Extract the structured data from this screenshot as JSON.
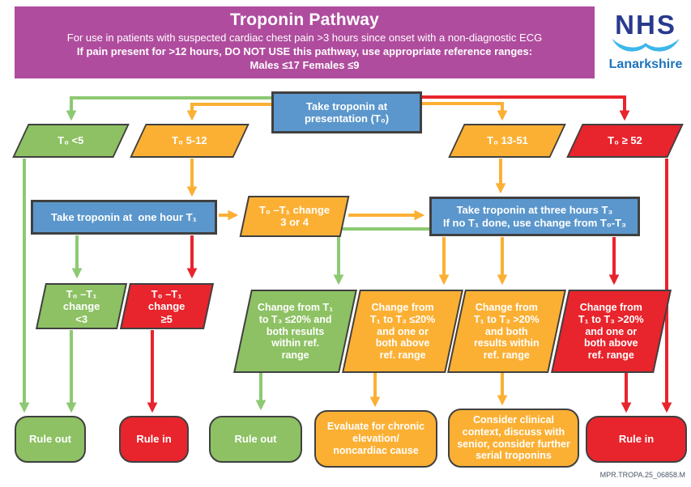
{
  "header": {
    "title": "Troponin Pathway",
    "line1": "For use in patients with suspected cardiac chest pain >3 hours since onset with a non-diagnostic ECG",
    "line2": "If pain present for >12 hours, DO NOT USE this pathway, use appropriate reference ranges:",
    "line3": "Males ≤17 Females ≤9"
  },
  "logo": {
    "org": "NHS",
    "board": "Lanarkshire"
  },
  "nodes": {
    "presentation": "Take troponin at\npresentation (T₀)",
    "t0_lt5": "T₀ <5",
    "t0_5_12": "T₀ 5-12",
    "t0_13_51": "T₀ 13-51",
    "t0_ge_52": "T₀ ≥ 52",
    "one_hour": "Take troponin at  one hour T₁",
    "change_3_or_4": "T₀ –T₁ change\n3 or 4",
    "three_hours": "Take troponin at three hours T₃\nIf no T₁ done, use change from T₀-T₃",
    "change_lt3": "T₀ –T₁\nchange\n<3",
    "change_ge5": "T₀ –T₁\nchange\n≥5",
    "le20_within": "Change from T₁\nto T₃ ≤20% and\nboth results\nwithin ref.\nrange",
    "le20_above": "Change from\nT₁ to T₃ ≤20%\nand one or\nboth above\nref. range",
    "gt20_within": "Change from\nT₁ to T₃ >20%\nand both\nresults within\nref. range",
    "gt20_above": "Change from\nT₁ to T₃ >20%\nand one or\nboth above\nref. range",
    "rule_out_1": "Rule out",
    "rule_in_1": "Rule in",
    "rule_out_2": "Rule out",
    "evaluate": "Evaluate for chronic\nelevation/\nnoncardiac cause",
    "consider": "Consider clinical\ncontext, discuss with\nsenior, consider further\nserial troponins",
    "rule_in_2": "Rule in"
  },
  "footer": {
    "reference": "MPR.TROPA.25_06858.M"
  },
  "colors": {
    "banner_purple": "#b04c9e",
    "box_blue": "#5b97cc",
    "green": "#8dc163",
    "amber": "#fbb034",
    "red": "#e8242c",
    "nhs_navy": "#293a8e",
    "nhs_light_blue": "#3db7e9",
    "nhs_board_blue": "#1e73be"
  }
}
